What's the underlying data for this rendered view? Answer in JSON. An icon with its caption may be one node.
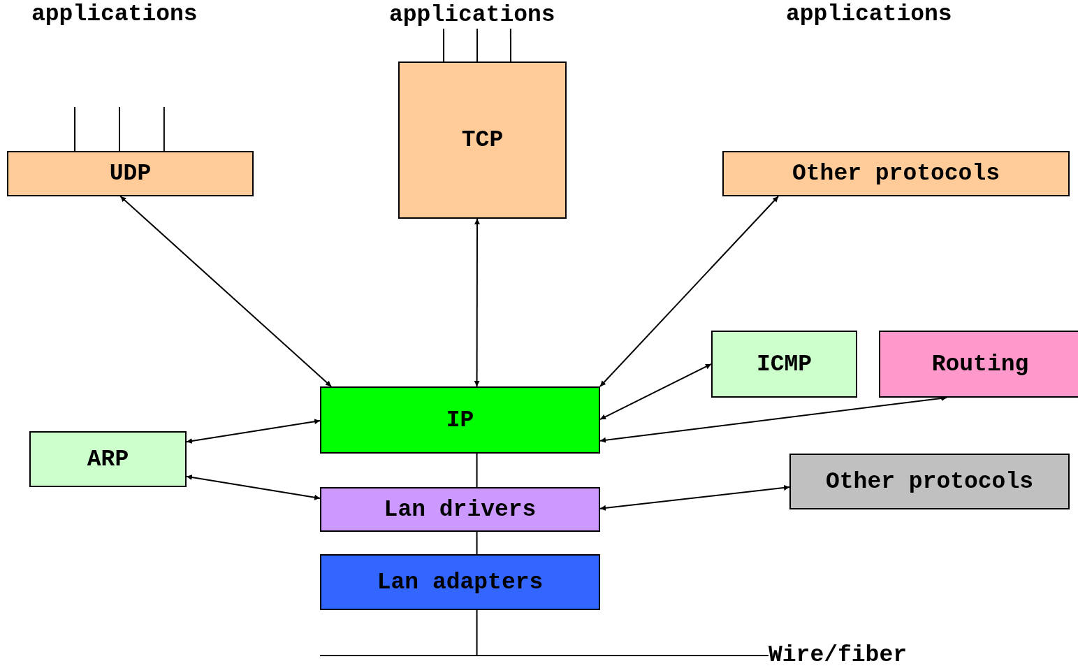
{
  "diagram": {
    "nodes": [
      {
        "text": [
          "UDP"
        ]
      },
      {
        "text": [
          "TCP"
        ]
      },
      {
        "text": [
          "Other protocols"
        ]
      },
      {
        "text": [
          "ICMP"
        ]
      },
      {
        "text": [
          "Routing"
        ]
      },
      {
        "text": [
          "IP"
        ]
      },
      {
        "text": [
          "ARP"
        ]
      },
      {
        "text": [
          "Lan drivers"
        ]
      },
      {
        "text": [
          "Other protocols"
        ]
      },
      {
        "text": [
          "Lan adapters"
        ]
      },
      {
        "text": [
          "Wire/fiber"
        ]
      },
      {
        "text": [
          "applications"
        ]
      }
    ],
    "edges": [
      {
        "from": null,
        "to": 0,
        "arrow": "none"
      },
      {
        "from": null,
        "to": 0,
        "arrow": "none"
      },
      {
        "from": null,
        "to": 0,
        "arrow": "none"
      },
      {
        "from": 11,
        "to": 1,
        "arrow": "none"
      },
      {
        "from": 11,
        "to": 1,
        "arrow": "none"
      },
      {
        "from": 11,
        "to": 1,
        "arrow": "none"
      },
      {
        "from": 0,
        "to": 5,
        "arrow": "both"
      },
      {
        "from": 1,
        "to": 5,
        "arrow": "both"
      },
      {
        "from": 2,
        "to": 5,
        "arrow": "both"
      },
      {
        "from": 3,
        "to": 5,
        "arrow": "both"
      },
      {
        "from": 4,
        "to": 5,
        "arrow": "both"
      },
      {
        "from": 6,
        "to": 5,
        "arrow": "both"
      },
      {
        "from": 6,
        "to": 7,
        "arrow": "both"
      },
      {
        "from": 5,
        "to": 7,
        "arrow": "none"
      },
      {
        "from": 7,
        "to": 8,
        "arrow": "both"
      },
      {
        "from": 7,
        "to": 9,
        "arrow": "none"
      },
      {
        "from": 9,
        "to": 10,
        "arrow": "none"
      }
    ],
    "labels": [
      "applications",
      "applications"
    ]
  }
}
